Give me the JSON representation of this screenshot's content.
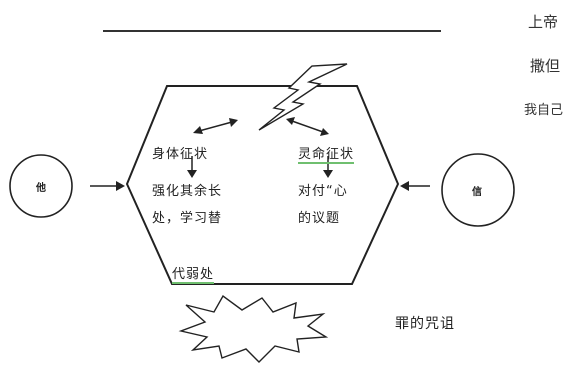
{
  "top_labels": {
    "god": "上帝",
    "satan": "撒但",
    "self": "我自己"
  },
  "left_circle": "他",
  "right_circle": "信",
  "body_block": {
    "line1": "身体征状",
    "line2": "强化其余长",
    "line3": "处，学习替",
    "line4": "代弱处"
  },
  "soul_block": {
    "line1": "灵命征状",
    "line2": "对付“心",
    "line3": "的议题"
  },
  "bottom_label": "罪的咒诅"
}
